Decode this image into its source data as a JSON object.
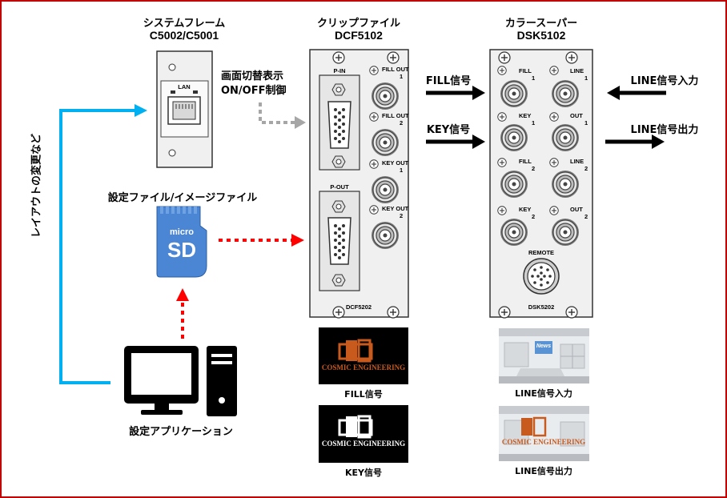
{
  "system_frame": {
    "title": "システムフレーム",
    "model": "C5002/C5001",
    "port_label": "LAN"
  },
  "control_label": {
    "line1": "画面切替表示",
    "line2": "ON/OFF制御"
  },
  "clip_file": {
    "title": "クリップファイル",
    "model": "DCF5102",
    "p_in": "P-IN",
    "p_out": "P-OUT",
    "outputs": [
      {
        "label": "FILL OUT",
        "num": "1"
      },
      {
        "label": "FILL OUT",
        "num": "2"
      },
      {
        "label": "KEY OUT",
        "num": "1"
      },
      {
        "label": "KEY OUT",
        "num": "2"
      }
    ],
    "plate": "DCF5202"
  },
  "super": {
    "title": "カラースーパー",
    "model": "DSK5102",
    "left": [
      {
        "label": "FILL",
        "num": "1"
      },
      {
        "label": "KEY",
        "num": "1"
      },
      {
        "label": "FILL",
        "num": "2"
      },
      {
        "label": "KEY",
        "num": "2"
      }
    ],
    "right": [
      {
        "label": "LINE",
        "num": "1"
      },
      {
        "label": "OUT",
        "num": "1"
      },
      {
        "label": "LINE",
        "num": "2"
      },
      {
        "label": "OUT",
        "num": "2"
      }
    ],
    "remote": "REMOTE",
    "plate": "DSK5202"
  },
  "signals": {
    "fill": "FILL信号",
    "key": "KEY信号",
    "line_in": "LINE信号入力",
    "line_out": "LINE信号出力"
  },
  "sd": {
    "caption": "設定ファイル/イメージファイル",
    "micro": "micro",
    "sd": "SD"
  },
  "vertical_label": "レイアウトの変更など",
  "pc": {
    "caption": "設定アプリケーション"
  },
  "thumbs": {
    "fill_caption": "FILL信号",
    "key_caption": "KEY信号",
    "line_in_caption": "LINE信号入力",
    "line_out_caption": "LINE信号出力",
    "logo_text": "COSMIC ENGINEERING",
    "news_text": "News"
  },
  "colors": {
    "border": "#c00000",
    "blue": "#00b0f0",
    "red": "#ff0000",
    "sd": "#4a86d4",
    "panel": "#f0f0f0",
    "logo": "#c85a1e"
  }
}
